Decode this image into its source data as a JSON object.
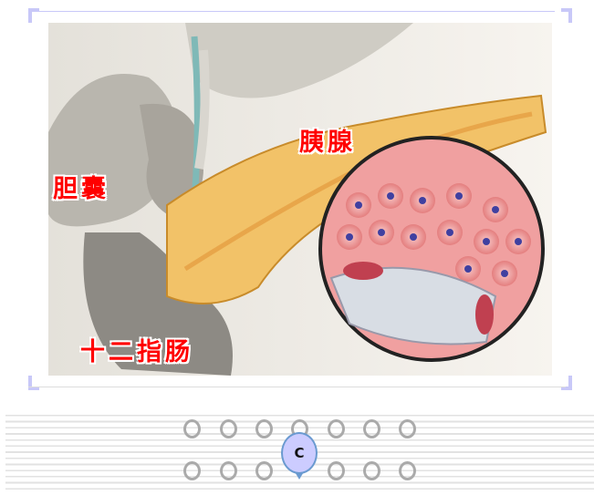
{
  "labels": {
    "gallbladder": "胆囊",
    "pancreas": "胰腺",
    "duodenum": "十二指肠"
  },
  "answer_marker": {
    "letter": "C"
  },
  "colors": {
    "frame": "#c8c8f8",
    "label": "#ff0000",
    "marker_fill": "#ccccff",
    "marker_border": "#6a9ad0"
  }
}
